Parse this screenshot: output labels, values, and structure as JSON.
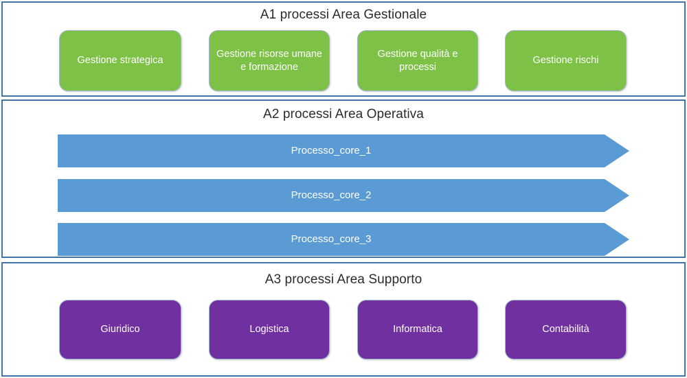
{
  "diagram": {
    "title_color": "#2b2b2b",
    "panel_border_color": "#4273A7",
    "green_color": "#7DC246",
    "blue_color": "#5B9BD5",
    "purple_color": "#7030A0"
  },
  "panels": [
    {
      "id": "a1",
      "title": "A1 processi Area Gestionale",
      "shape": "rounded-rect",
      "color": "#7DC246",
      "nodes": [
        {
          "label": "Gestione strategica"
        },
        {
          "label": "Gestione risorse umane e formazione"
        },
        {
          "label": "Gestione qualità e processi"
        },
        {
          "label": "Gestione rischi"
        }
      ]
    },
    {
      "id": "a2",
      "title": "A2 processi Area Operativa",
      "shape": "arrow",
      "color": "#5B9BD5",
      "nodes": [
        {
          "label": "Processo_core_1"
        },
        {
          "label": "Processo_core_2"
        },
        {
          "label": "Processo_core_3"
        }
      ]
    },
    {
      "id": "a3",
      "title": "A3 processi Area Supporto",
      "shape": "rounded-rect",
      "color": "#7030A0",
      "nodes": [
        {
          "label": "Giuridico"
        },
        {
          "label": "Logistica"
        },
        {
          "label": "Informatica"
        },
        {
          "label": "Contabilità"
        }
      ]
    }
  ]
}
